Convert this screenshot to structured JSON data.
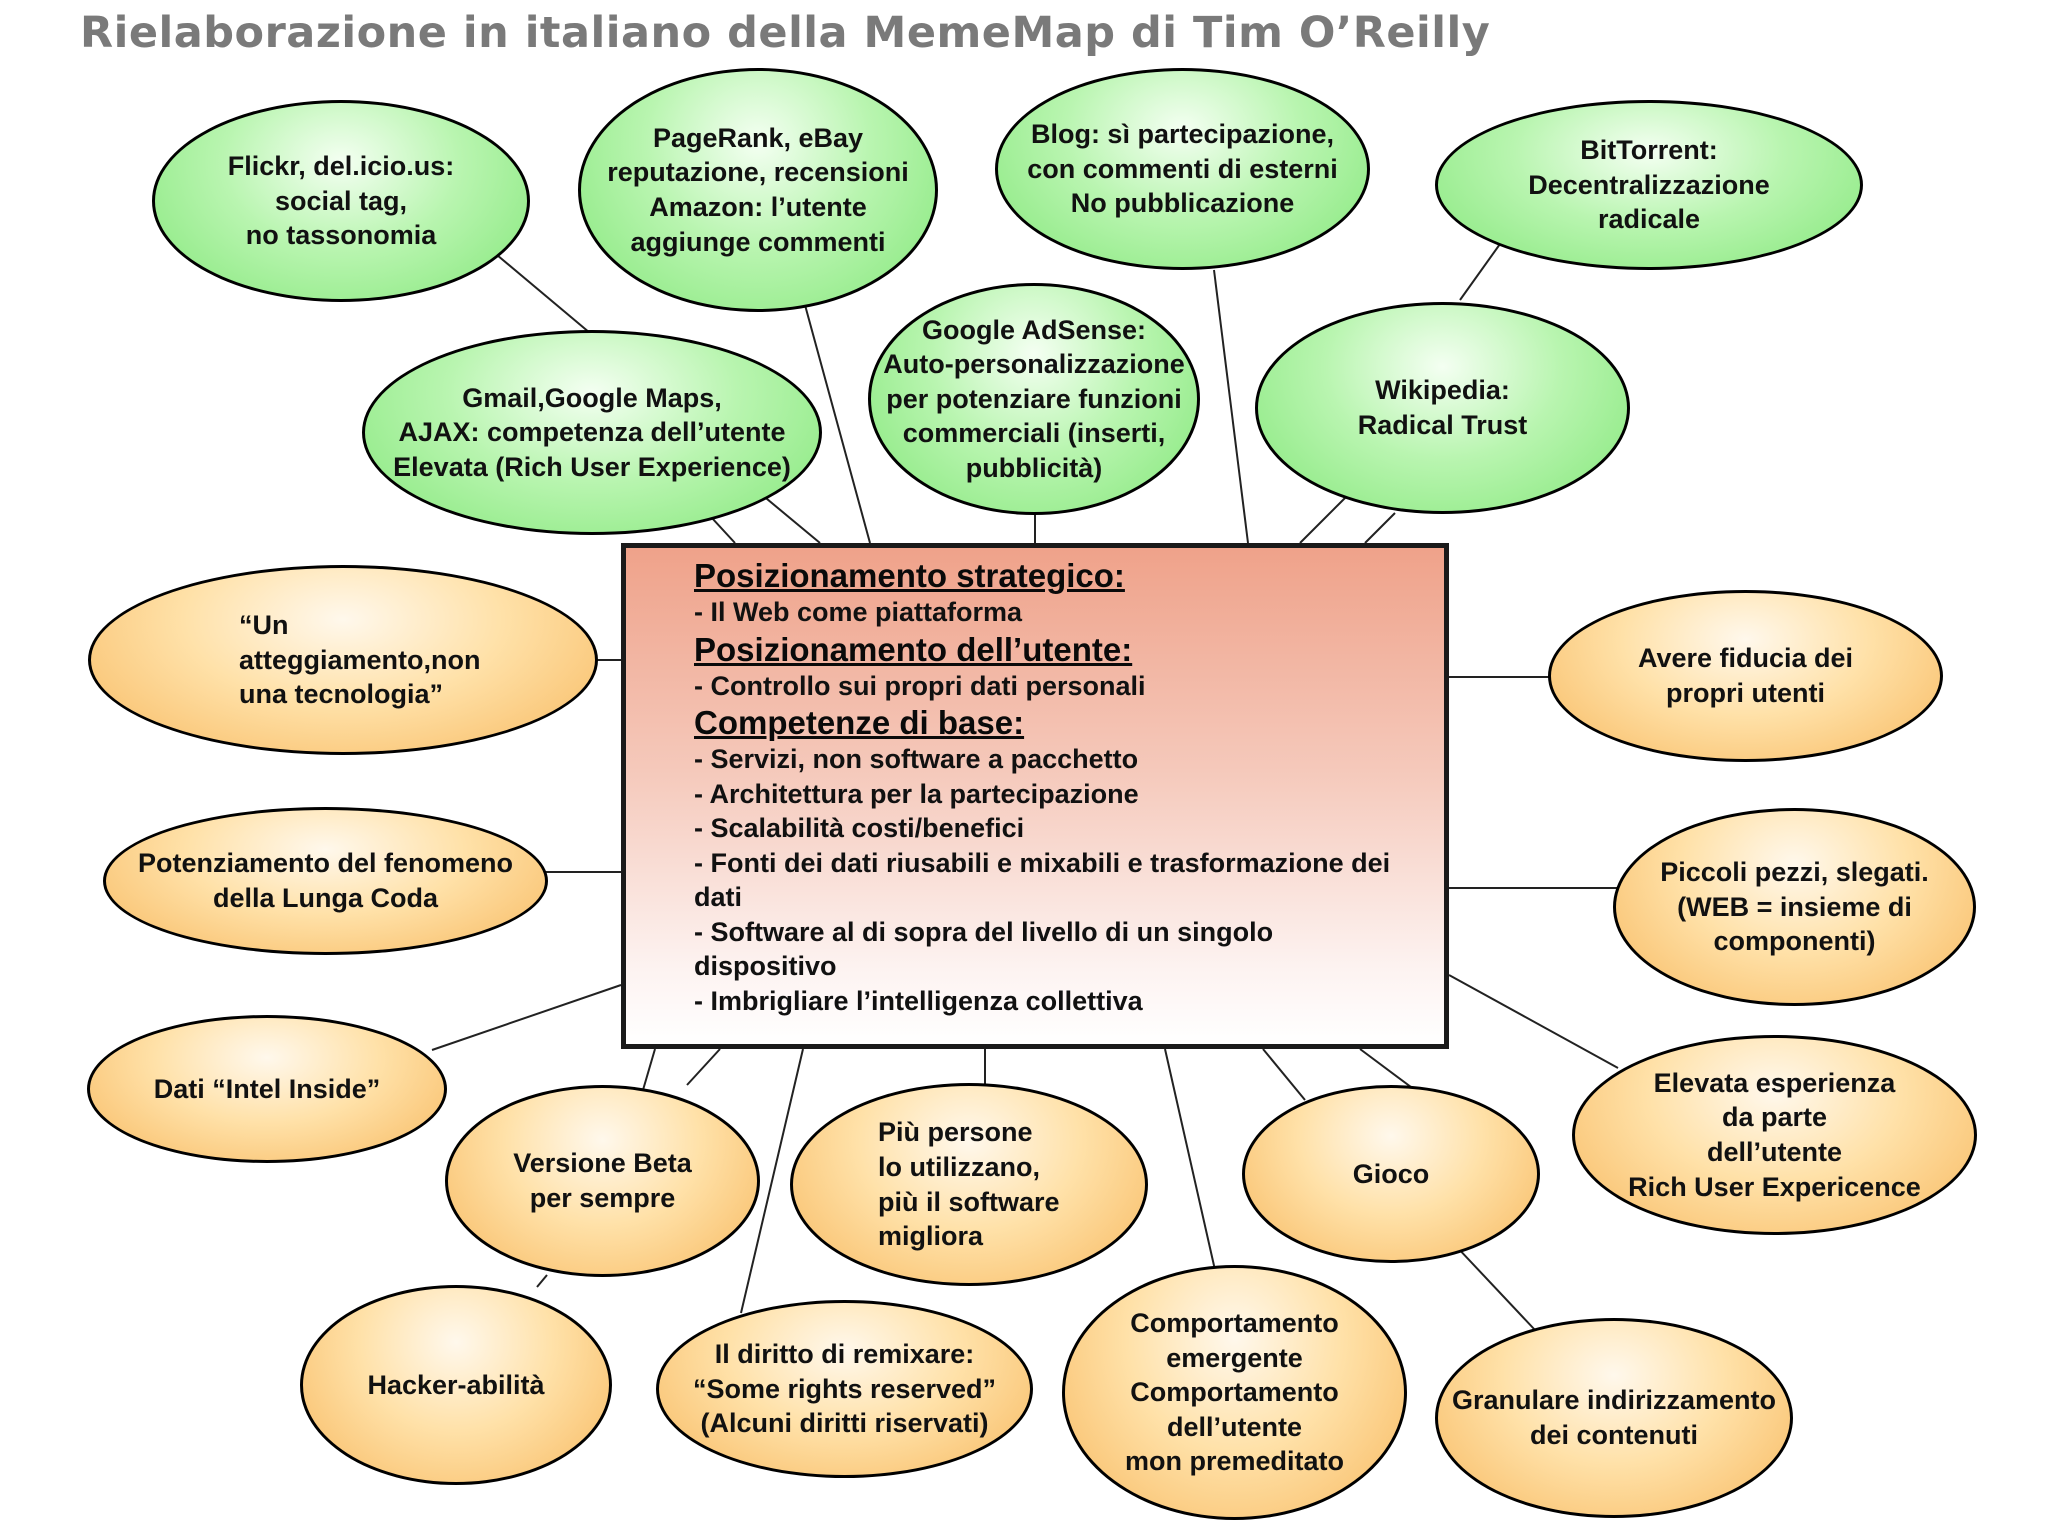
{
  "title": "Rielaborazione in italiano della MemeMap di Tim O’Reilly",
  "colors": {
    "green_node": "#9bee90",
    "orange_node": "#ffd38a",
    "center_box": "#efa28a",
    "title": "#7a7a7a"
  },
  "center": {
    "sections": [
      {
        "heading": "Posizionamento strategico:",
        "items": [
          "- Il Web come piattaforma"
        ]
      },
      {
        "heading": "Posizionamento dell’utente:",
        "items": [
          "- Controllo sui propri dati personali"
        ]
      },
      {
        "heading": "Competenze di base:",
        "items": [
          "- Servizi, non software a pacchetto",
          "- Architettura per la partecipazione",
          "- Scalabilità costi/benefici",
          "- Fonti dei dati riusabili e mixabili e trasformazione dei dati",
          "- Software al di sopra del livello di un singolo dispositivo",
          "- Imbrigliare l’intelligenza collettiva"
        ]
      }
    ]
  },
  "nodes": {
    "flickr": "Flickr, del.icio.us:\nsocial tag,\nno tassonomia",
    "pagerank": "PageRank, eBay\nreputazione, recensioni\nAmazon: l’utente\naggiunge commenti",
    "blog": "Blog: sì partecipazione,\ncon commenti di esterni\nNo pubblicazione",
    "bittorrent": "BitTorrent:\nDecentralizzazione\nradicale",
    "gmail": "Gmail,Google Maps,\nAJAX: competenza dell’utente\nElevata (Rich User Experience)",
    "adsense": "Google AdSense:\nAuto-personalizzazione\nper potenziare funzioni\ncommerciali (inserti,\npubblicità)",
    "wikipedia": "Wikipedia:\nRadical Trust",
    "attitude": "“Un\natteggiamento,non\nuna tecnologia”",
    "trust_users": "Avere fiducia dei\npropri utenti",
    "long_tail": "Potenziamento del fenomeno\ndella Lunga Coda",
    "small_pieces": "Piccoli pezzi, slegati.\n(WEB = insieme di\ncomponenti)",
    "intel_inside": "Dati  “Intel Inside”",
    "rich_ux": "Elevata esperienza\nda parte\ndell’utente\nRich User Expericence",
    "beta": "Versione Beta\nper sempre",
    "more_people": "Più persone\nlo utilizzano,\npiù il software\nmigliora",
    "play": "Gioco",
    "hackability": "Hacker-abilità",
    "remix": "Il diritto di remixare:\n“Some rights reserved”\n(Alcuni diritti riservati)",
    "emergent": "Comportamento\nemergente\nComportamento\ndell’utente\nmon premeditato",
    "granular": "Granulare indirizzamento\ndei contenuti"
  }
}
